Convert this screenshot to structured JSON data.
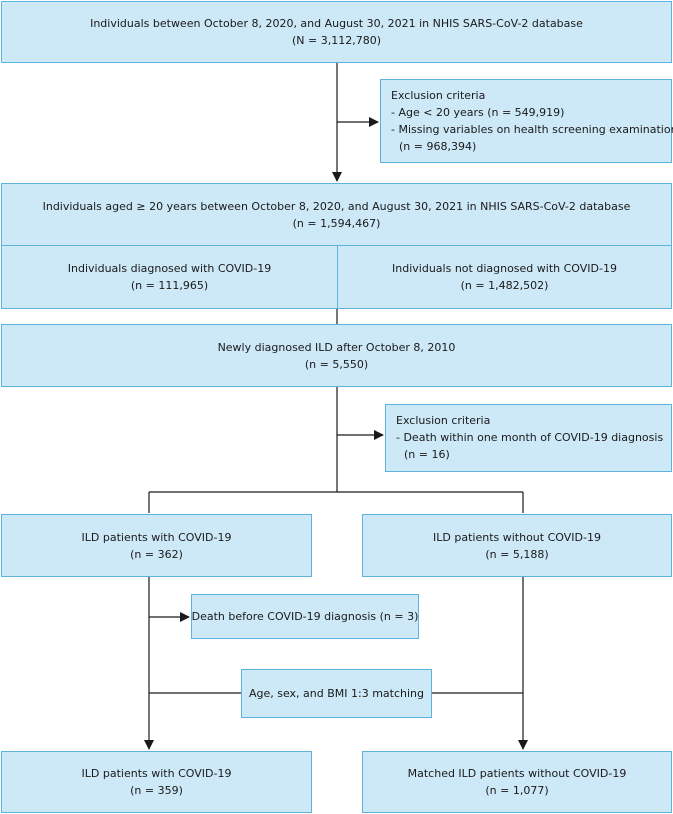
{
  "boxes": {
    "source": {
      "line1": "Individuals between October 8, 2020, and August 30, 2021 in NHIS SARS-CoV-2 database",
      "line2": "(N = 3,112,780)"
    },
    "exclusion1": {
      "title": "Exclusion criteria",
      "item1": "- Age < 20 years (n = 549,919)",
      "item2": "- Missing variables on health screening examination",
      "item3": "(n = 968,394)"
    },
    "adults": {
      "line1": "Individuals aged ≥ 20 years between October 8, 2020, and August 30, 2021 in NHIS SARS-CoV-2 database",
      "line2": "(n = 1,594,467)"
    },
    "covid": {
      "line1": "Individuals diagnosed with COVID-19",
      "line2": "(n = 111,965)"
    },
    "no_covid": {
      "line1": "Individuals not diagnosed with COVID-19",
      "line2": "(n = 1,482,502)"
    },
    "ild": {
      "line1": "Newly diagnosed ILD after October 8, 2010",
      "line2": "(n = 5,550)"
    },
    "exclusion2": {
      "title": "Exclusion criteria",
      "item1": "- Death within one month of COVID-19 diagnosis",
      "item2": "(n = 16)"
    },
    "ild_covid": {
      "line1": "ILD patients with COVID-19",
      "line2": "(n = 362)"
    },
    "ild_no_covid": {
      "line1": "ILD patients without COVID-19",
      "line2": "(n = 5,188)"
    },
    "death_before": {
      "line1": "Death before COVID-19 diagnosis (n = 3)"
    },
    "matching": {
      "line1": "Age, sex, and BMI 1:3 matching"
    },
    "final_covid": {
      "line1": "ILD patients with COVID-19",
      "line2": "(n = 359)"
    },
    "final_matched": {
      "line1": "Matched ILD patients without COVID-19",
      "line2": "(n = 1,077)"
    }
  },
  "colors": {
    "box_fill": "#cde9f8",
    "box_border": "#5fb2dc",
    "line": "#1a1a1a"
  }
}
